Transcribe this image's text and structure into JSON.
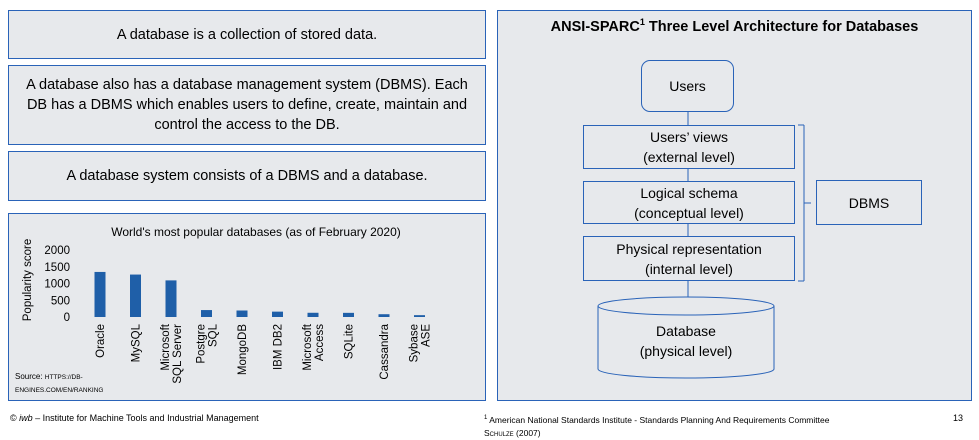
{
  "left": {
    "box1": "A database is a collection of stored data.",
    "box2": "A database also has a database management system (DBMS). Each DB has a DBMS which enables users to define, create, maintain and control the access to the DB.",
    "box3": "A database system consists of a DBMS and a database."
  },
  "chart_data": {
    "type": "bar",
    "title": "World's most popular databases (as of February 2020)",
    "ylabel": "Popularity score",
    "xlabel": "",
    "ylim": [
      0,
      2000
    ],
    "yticks": [
      0,
      500,
      1000,
      1500,
      2000
    ],
    "categories": [
      [
        "Oracle"
      ],
      [
        "MySQL"
      ],
      [
        "Microsoft",
        "SQL Server"
      ],
      [
        "Postgre",
        "SQL"
      ],
      [
        "MongoDB"
      ],
      [
        "IBM DB2"
      ],
      [
        "Microsoft",
        "Access"
      ],
      [
        "SQLite"
      ],
      [
        "Cassandra"
      ],
      [
        "Sybase",
        "ASE"
      ]
    ],
    "values": [
      1345,
      1267,
      1093,
      207,
      194,
      160,
      126,
      124,
      83,
      55
    ],
    "bar_color": "#1f5fa8",
    "source_prefix": "Source: ",
    "source_line1": "HTTPS://DB-",
    "source_line2": "ENGINES.COM/EN/RANKING"
  },
  "architecture": {
    "title": "ANSI-SPARC",
    "title_sup": "1",
    "title_rest": " Three Level Architecture for Databases",
    "users": "Users",
    "external": [
      "Users’ views",
      "(external level)"
    ],
    "conceptual": [
      "Logical schema",
      "(conceptual level)"
    ],
    "internal": [
      "Physical representation",
      "(internal level)"
    ],
    "dbms": "DBMS",
    "database": [
      "Database",
      "(physical level)"
    ]
  },
  "footer": {
    "left_symbol": "© ",
    "left_brand": "iwb",
    "left_rest": " – Institute for Machine Tools and Industrial Management",
    "note_mark": "1",
    "note_text": " American National Standards Institute - Standards Planning And Requirements Committee",
    "note_author": "Schulze",
    "note_year": " (2007)",
    "page": "13"
  },
  "colors": {
    "border": "#2a63b8",
    "panel": "#e7e9ec"
  }
}
